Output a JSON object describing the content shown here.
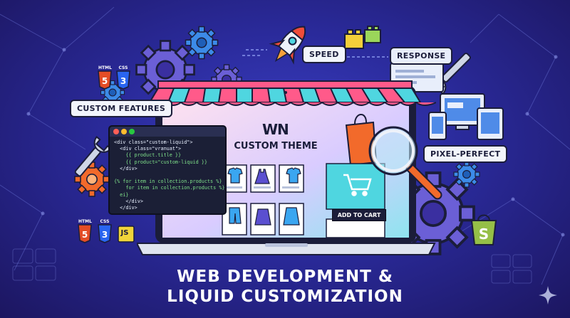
{
  "labels": {
    "speed": "SPEED",
    "response": "RESPONSE",
    "custom_features": "CUSTOM FEATURES",
    "pixel_perfect": "PIXEL-PERFECT"
  },
  "badges": {
    "html": "HTML",
    "css": "CSS",
    "html_2": "HTML",
    "css_2": "CSS",
    "js": "JS"
  },
  "screen": {
    "logo_text": "WN",
    "theme_title": "CUSTOM THEME",
    "add_to_cart": "ADD TO CART"
  },
  "code_lines": [
    "<div class=\"custom-liquid\">",
    "  <div class=\"vranuat\">",
    "    {{ product.title }}",
    "    {{ product=\"custom-liquid }}",
    "  </div>",
    "",
    "{% for item in collection.products %}",
    "    for item in collection.products %}",
    "  ei}",
    "    </div>",
    "  </div>"
  ],
  "headline": {
    "line1": "WEB DEVELOPMENT &",
    "line2": "LIQUID CUSTOMIZATION"
  },
  "colors": {
    "bg_center": "#3b3fc4",
    "bg_edge": "#1c1660",
    "awning_pink": "#ff5a8a",
    "awning_cyan": "#4fd6e0",
    "gear_purple": "#6b5fd6",
    "orange": "#f26a2b",
    "html_orange": "#e44d26",
    "css_blue": "#2965f1",
    "js_yellow": "#f0d43a",
    "shopify_green": "#95bf47"
  }
}
